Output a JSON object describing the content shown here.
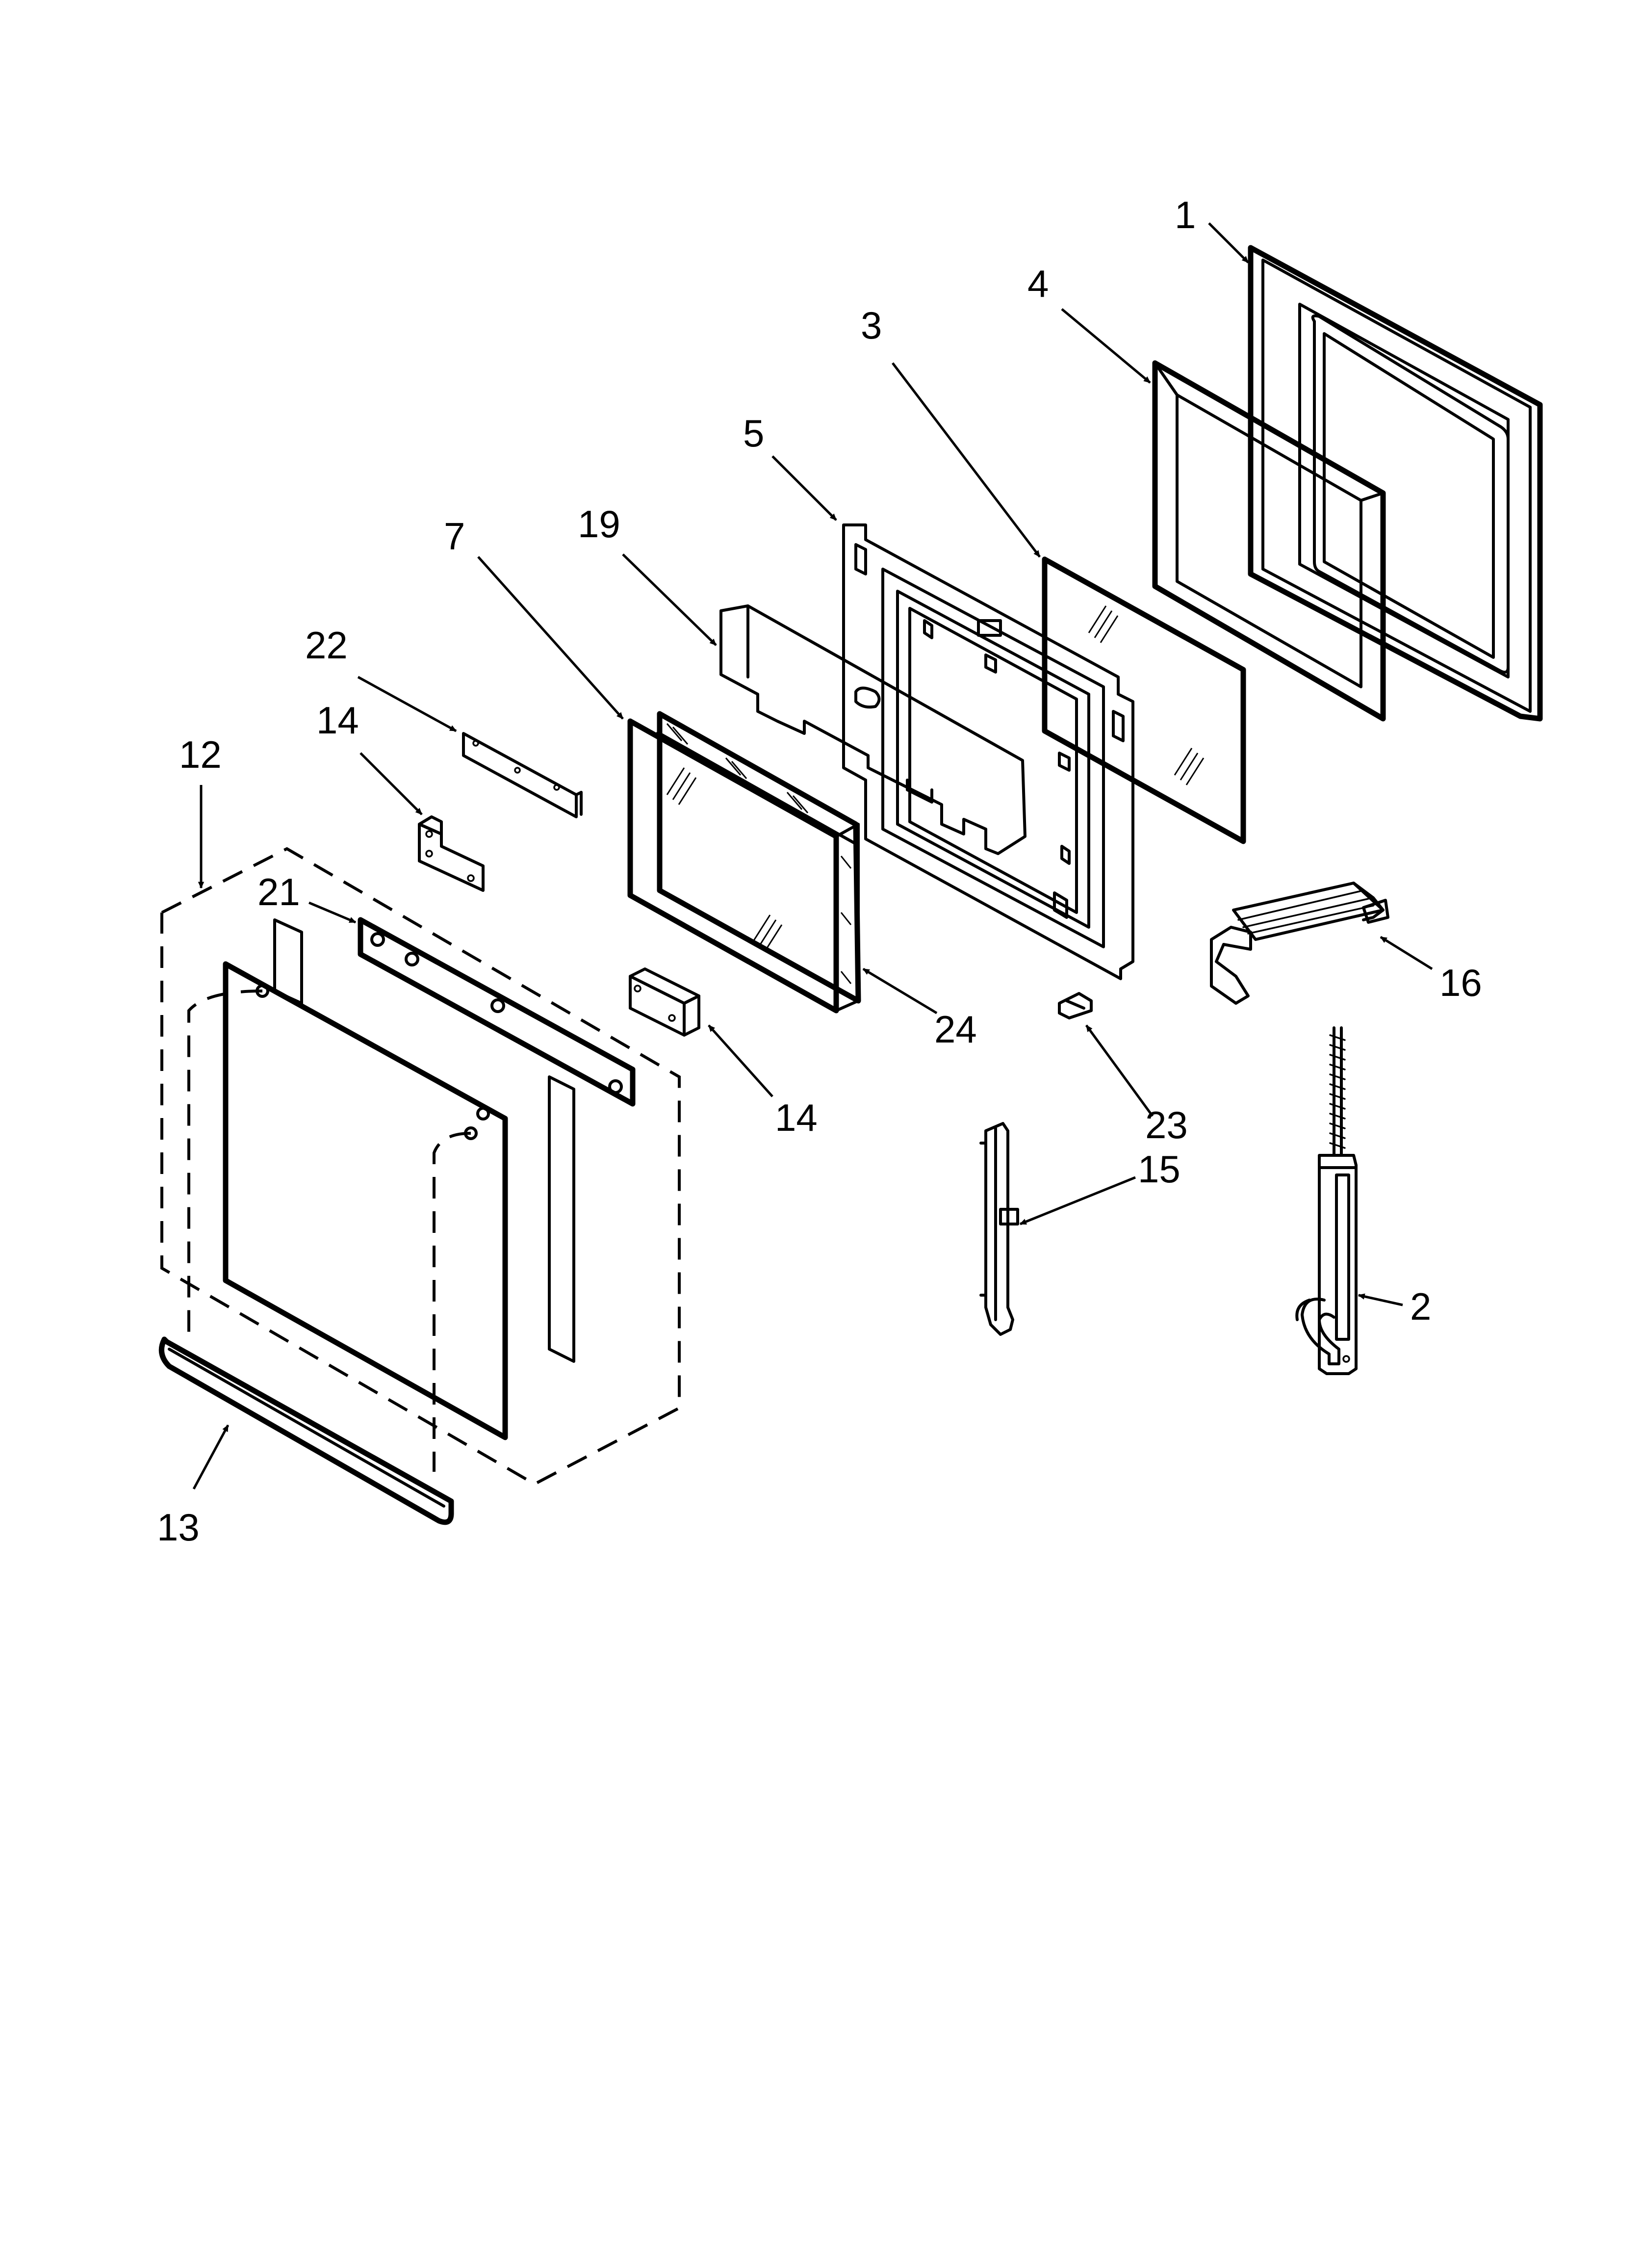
{
  "diagram": {
    "callouts": [
      "1",
      "4",
      "3",
      "5",
      "19",
      "7",
      "22",
      "14",
      "12",
      "21",
      "24",
      "14",
      "16",
      "23",
      "15",
      "2",
      "13"
    ]
  }
}
